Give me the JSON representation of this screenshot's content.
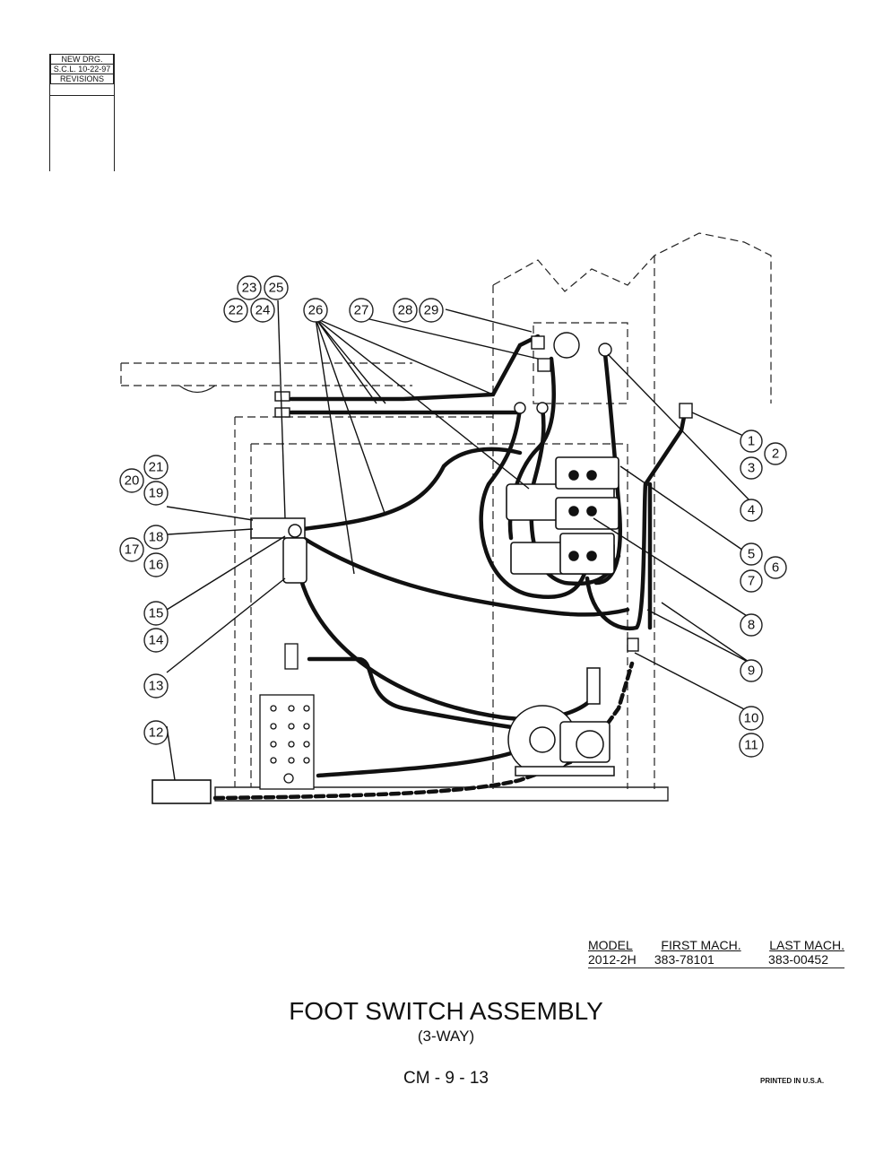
{
  "revision_block": {
    "new_drawing": "NEW DRG.",
    "author_date": "S.C.L. 10-22-97",
    "revisions_label": "REVISIONS"
  },
  "callouts": [
    "1",
    "2",
    "3",
    "4",
    "5",
    "6",
    "7",
    "8",
    "9",
    "10",
    "11",
    "12",
    "13",
    "14",
    "15",
    "16",
    "17",
    "18",
    "19",
    "20",
    "21",
    "22",
    "23",
    "24",
    "25",
    "26",
    "27",
    "28",
    "29"
  ],
  "model_table": {
    "headers": [
      "MODEL",
      "FIRST MACH.",
      "LAST MACH."
    ],
    "row": [
      "2012-2H",
      "383-78101",
      "383-00452"
    ]
  },
  "title": "FOOT SWITCH ASSEMBLY",
  "subtitle": "(3-WAY)",
  "page_number": "CM - 9 - 13",
  "printed_note": "PRINTED IN U.S.A."
}
